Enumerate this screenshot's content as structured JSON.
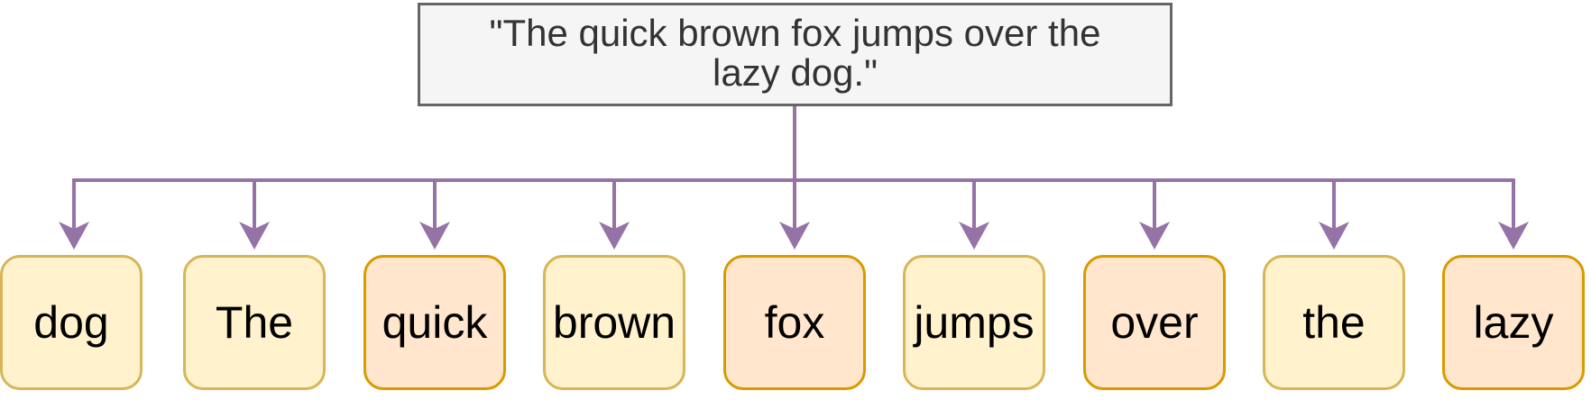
{
  "sentence_box": {
    "text": "\"The quick brown fox jumps over the\nlazy dog.\""
  },
  "tokens": [
    {
      "text": "The",
      "variant": "yellow"
    },
    {
      "text": "quick",
      "variant": "orange"
    },
    {
      "text": "brown",
      "variant": "yellow"
    },
    {
      "text": "fox",
      "variant": "orange"
    },
    {
      "text": "jumps",
      "variant": "yellow"
    },
    {
      "text": "over",
      "variant": "orange"
    },
    {
      "text": "the",
      "variant": "yellow"
    },
    {
      "text": "lazy",
      "variant": "orange"
    },
    {
      "text": "dog",
      "variant": "yellow"
    }
  ],
  "colors": {
    "connector": "#9673a6",
    "token_yellow_fill": "#fff2cc",
    "token_yellow_border": "#d6b656",
    "token_orange_fill": "#ffe6cc",
    "token_orange_border": "#d79b00",
    "sentence_fill": "#f5f5f5",
    "sentence_border": "#666666",
    "sentence_text": "#333333",
    "token_text": "#000000"
  }
}
